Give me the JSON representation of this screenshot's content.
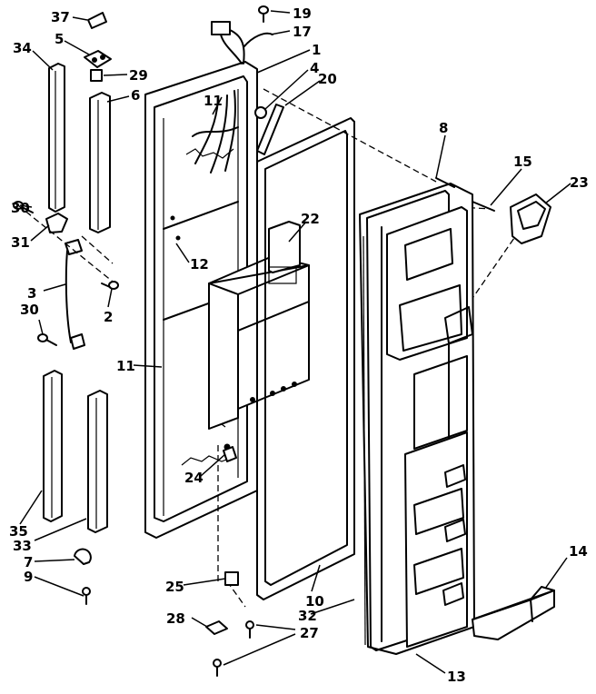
{
  "callouts": [
    "37",
    "5",
    "34",
    "29",
    "6",
    "30",
    "31",
    "3",
    "2",
    "30",
    "11",
    "35",
    "33",
    "7",
    "9",
    "19",
    "17",
    "1",
    "4",
    "20",
    "11",
    "12",
    "22",
    "24",
    "25",
    "28",
    "27",
    "8",
    "15",
    "23",
    "10",
    "32",
    "13",
    "14"
  ]
}
